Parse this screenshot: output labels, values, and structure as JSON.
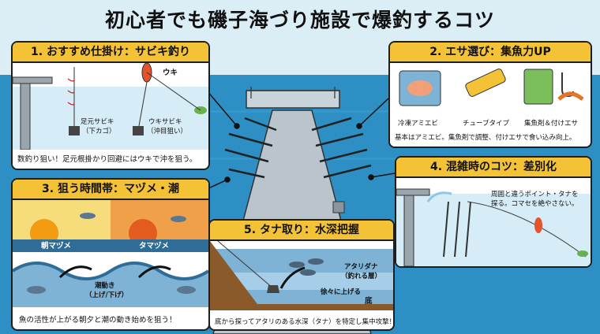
{
  "title": "初心者でも磯子海づり施設で爆釣するコツ",
  "panel1": {
    "header": "1. おすすめ仕掛け：サビキ釣り",
    "float_label": "ウキ",
    "rig_a": [
      "足元サビキ",
      "（下カゴ）"
    ],
    "rig_b": [
      "ウキサビキ",
      "（沖目狙い）"
    ],
    "caption": "数釣り狙い！足元根掛かり回避にはウキで沖を狙う。"
  },
  "panel2": {
    "header": "2. エサ選び：集魚力UP",
    "items": [
      "冷凍アミエビ",
      "チューブタイプ",
      "集魚剤＆付けエサ"
    ],
    "caption": "基本はアミエビ。集魚剤で調整、付けエサで食い込み向上。"
  },
  "panel3": {
    "header": "3. 狙う時間帯：マヅメ・潮",
    "morning": "朝マヅメ",
    "evening": "タマヅメ",
    "tide": [
      "潮動き",
      "（上げ/下げ）"
    ],
    "caption": "魚の活性が上がる朝夕と潮の動き始めを狙う！"
  },
  "panel4": {
    "header": "4. 混雑時のコツ：差別化",
    "note": [
      "周囲と違うポイント・タナを",
      "探る。コマセを絶やさない。"
    ]
  },
  "panel5": {
    "header": "5. タナ取り：水深把握",
    "hit_layer": [
      "アタリダナ",
      "（釣れる層）"
    ],
    "raise": "徐々に上げる",
    "bottom": "底",
    "caption": "底から探ってアタリのある水深（タナ）を特定し集中攻撃！"
  },
  "colors": {
    "sea": "#2e8fc4",
    "header": "#f4c236",
    "pier": "#b9c4cc"
  }
}
